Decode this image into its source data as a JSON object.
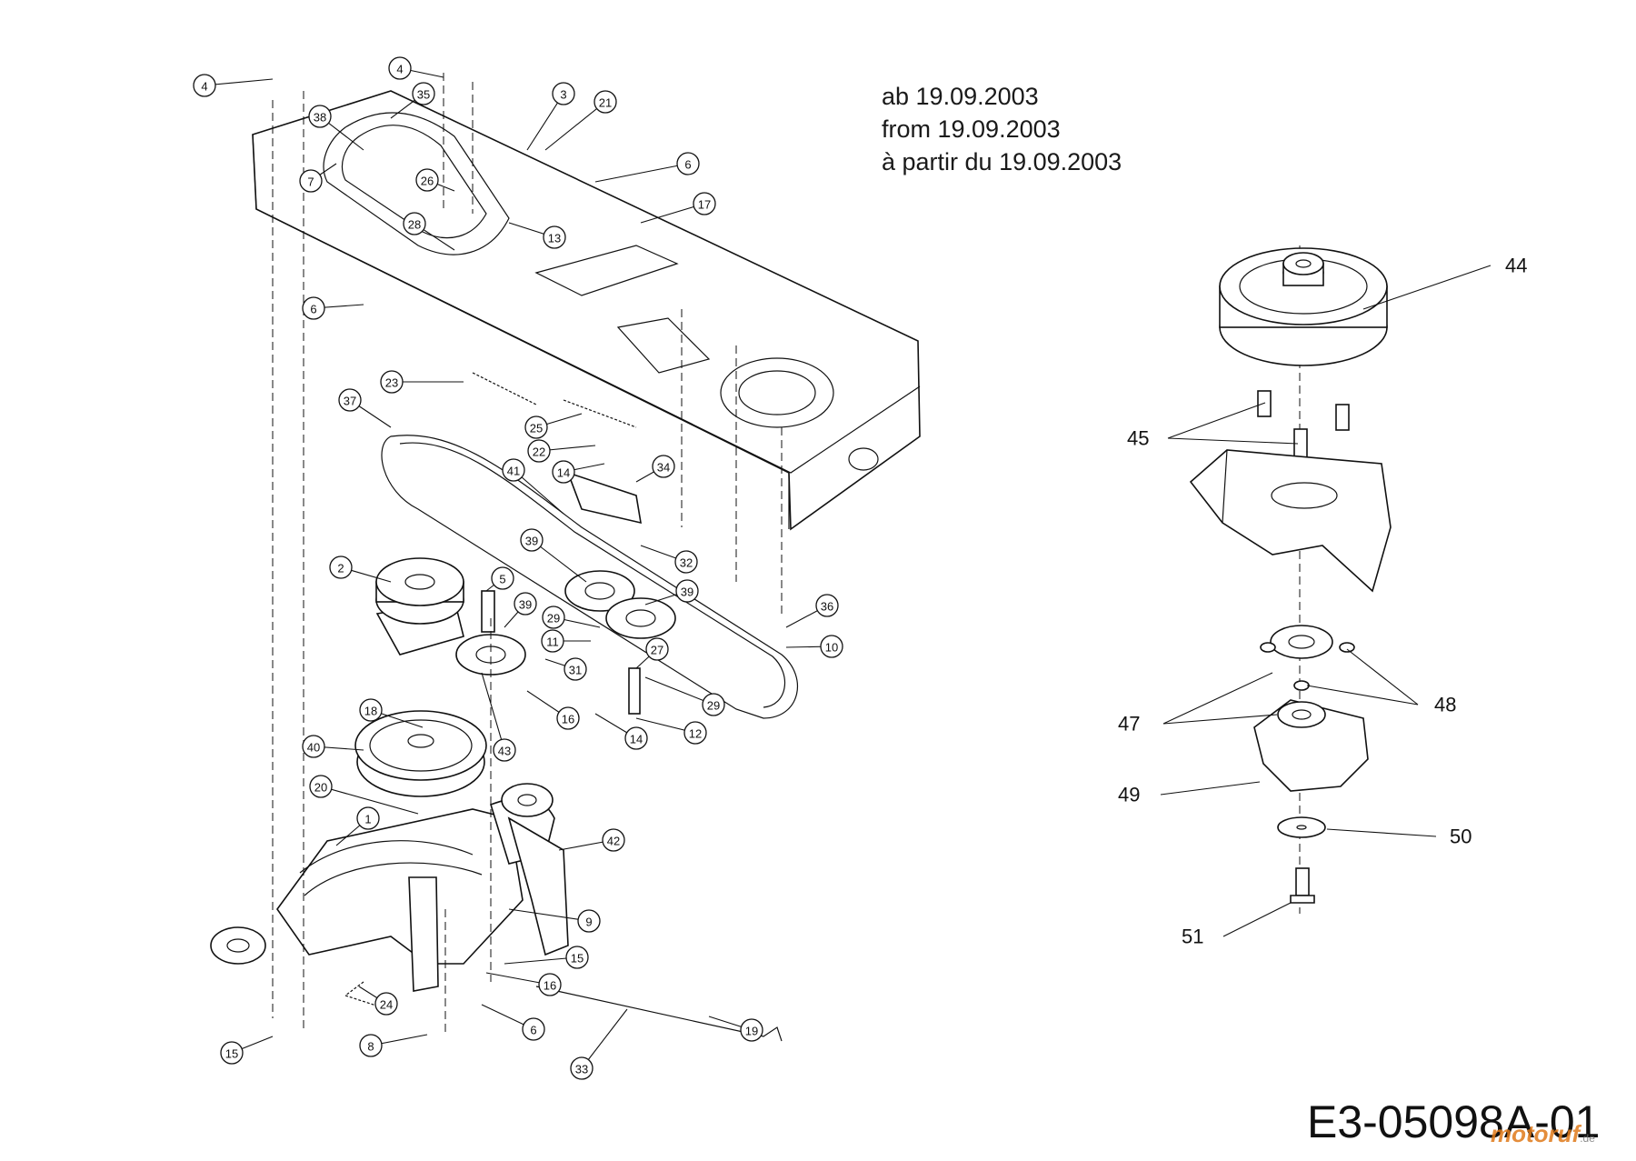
{
  "date_lines": [
    "ab 19.09.2003",
    "from 19.09.2003",
    "à partir du 19.09.2003"
  ],
  "drawing_id": "E3-05098A-01",
  "watermark": {
    "name": "motoruf",
    "tld": ".de"
  },
  "callouts_left": [
    "4",
    "4",
    "3",
    "21",
    "35",
    "38",
    "7",
    "26",
    "6",
    "28",
    "13",
    "17",
    "6",
    "23",
    "37",
    "25",
    "22",
    "14",
    "34",
    "41",
    "32",
    "39",
    "2",
    "5",
    "39",
    "29",
    "39",
    "11",
    "31",
    "27",
    "36",
    "10",
    "29",
    "18",
    "16",
    "12",
    "14",
    "40",
    "43",
    "20",
    "1",
    "42",
    "9",
    "15",
    "16",
    "24",
    "6",
    "19",
    "8",
    "33",
    "15"
  ],
  "callouts_right": [
    "44",
    "45",
    "47",
    "48",
    "49",
    "50",
    "51"
  ]
}
